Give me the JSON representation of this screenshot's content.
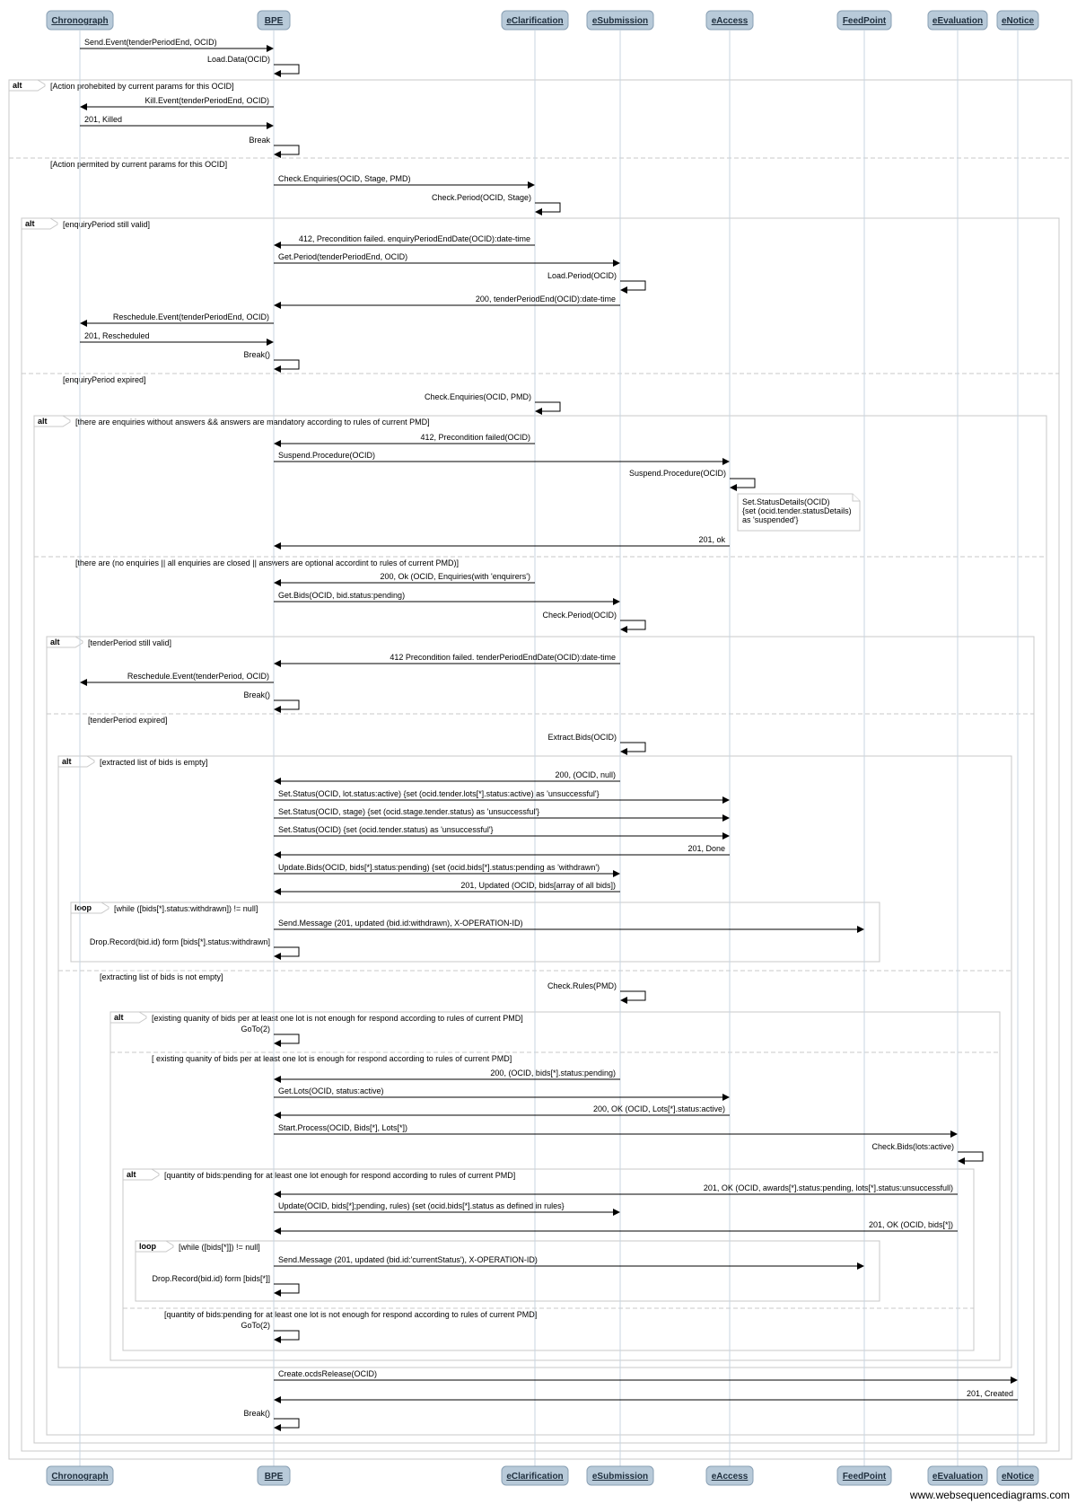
{
  "participants": [
    "Chronograph",
    "BPE",
    "eClarification",
    "eSubmission",
    "eAccess",
    "FeedPoint",
    "eEvaluation",
    "eNotice"
  ],
  "messages": [
    {
      "from": "Chronograph",
      "to": "BPE",
      "label": "Send.Event(tenderPeriodEnd, OCID)"
    },
    {
      "from": "BPE",
      "to": "BPE",
      "label": "Load.Data(OCID)"
    },
    {
      "from": "BPE",
      "to": "Chronograph",
      "label": "Kill.Event(tenderPeriodEnd, OCID)"
    },
    {
      "from": "Chronograph",
      "to": "BPE",
      "label": "201, Killed"
    },
    {
      "from": "BPE",
      "to": "BPE",
      "label": "Break"
    },
    {
      "from": "BPE",
      "to": "eClarification",
      "label": "Check.Enquiries(OCID, Stage, PMD)"
    },
    {
      "from": "eClarification",
      "to": "eClarification",
      "label": "Check.Period(OCID, Stage)"
    },
    {
      "from": "eClarification",
      "to": "BPE",
      "label": "412, Precondition failed. enquiryPeriodEndDate(OCID):date-time"
    },
    {
      "from": "BPE",
      "to": "eSubmission",
      "label": "Get.Period(tenderPeriodEnd, OCID)"
    },
    {
      "from": "eSubmission",
      "to": "eSubmission",
      "label": "Load.Period(OCID)"
    },
    {
      "from": "eSubmission",
      "to": "BPE",
      "label": "200, tenderPeriodEnd(OCID):date-time"
    },
    {
      "from": "BPE",
      "to": "Chronograph",
      "label": "Reschedule.Event(tenderPeriodEnd, OCID)"
    },
    {
      "from": "Chronograph",
      "to": "BPE",
      "label": "201, Rescheduled"
    },
    {
      "from": "BPE",
      "to": "BPE",
      "label": "Break()"
    },
    {
      "from": "eClarification",
      "to": "eClarification",
      "label": "Check.Enquiries(OCID, PMD)"
    },
    {
      "from": "eClarification",
      "to": "BPE",
      "label": "412, Precondition failed(OCID)"
    },
    {
      "from": "BPE",
      "to": "eAccess",
      "label": "Suspend.Procedure(OCID)"
    },
    {
      "from": "eAccess",
      "to": "eAccess",
      "label": "Suspend.Procedure(OCID)"
    },
    {
      "from": "eAccess",
      "to": "BPE",
      "label": "201, ok"
    },
    {
      "from": "eClarification",
      "to": "BPE",
      "label": "200, Ok (OCID, Enquiries(with 'enquirers')"
    },
    {
      "from": "BPE",
      "to": "eSubmission",
      "label": "Get.Bids(OCID, bid.status:pending)"
    },
    {
      "from": "eSubmission",
      "to": "eSubmission",
      "label": "Check.Period(OCID)"
    },
    {
      "from": "eSubmission",
      "to": "BPE",
      "label": "412 Precondition failed. tenderPeriodEndDate(OCID):date-time"
    },
    {
      "from": "BPE",
      "to": "Chronograph",
      "label": "Reschedule.Event(tenderPeriod, OCID)"
    },
    {
      "from": "BPE",
      "to": "BPE",
      "label": "Break()"
    },
    {
      "from": "eSubmission",
      "to": "eSubmission",
      "label": "Extract.Bids(OCID)"
    },
    {
      "from": "eSubmission",
      "to": "BPE",
      "label": "200, (OCID, null)"
    },
    {
      "from": "BPE",
      "to": "eAccess",
      "label": "Set.Status(OCID, lot.status:active) {set (ocid.tender.lots[*].status:active) as 'unsuccessful'}"
    },
    {
      "from": "BPE",
      "to": "eAccess",
      "label": "Set.Status(OCID, stage) {set (ocid.stage.tender.status) as 'unsuccessful'}"
    },
    {
      "from": "BPE",
      "to": "eAccess",
      "label": "Set.Status(OCID) {set (ocid.tender.status) as 'unsuccessful'}"
    },
    {
      "from": "eAccess",
      "to": "BPE",
      "label": "201, Done"
    },
    {
      "from": "BPE",
      "to": "eSubmission",
      "label": "Update.Bids(OCID, bids[*].status:pending) {set (ocid.bids[*].status:pending as 'withdrawn')"
    },
    {
      "from": "eSubmission",
      "to": "BPE",
      "label": "201, Updated (OCID, bids[array of all bids])"
    },
    {
      "from": "BPE",
      "to": "FeedPoint",
      "label": "Send.Message (201, updated (bid.id:withdrawn), X-OPERATION-ID)"
    },
    {
      "from": "BPE",
      "to": "BPE",
      "label": "Drop.Record(bid.id) form [bids[*].status:withdrawn]"
    },
    {
      "from": "eSubmission",
      "to": "eSubmission",
      "label": "Check.Rules(PMD)"
    },
    {
      "from": "BPE",
      "to": "BPE",
      "label": "GoTo(2)"
    },
    {
      "from": "eSubmission",
      "to": "BPE",
      "label": "200, (OCID, bids[*].status:pending)"
    },
    {
      "from": "BPE",
      "to": "eAccess",
      "label": "Get.Lots(OCID, status:active)"
    },
    {
      "from": "eAccess",
      "to": "BPE",
      "label": "200, OK (OCID, Lots[*].status:active)"
    },
    {
      "from": "BPE",
      "to": "eEvaluation",
      "label": "Start.Process(OCID, Bids[*], Lots[*])"
    },
    {
      "from": "eEvaluation",
      "to": "eEvaluation",
      "label": "Check.Bids(lots:active)"
    },
    {
      "from": "eEvaluation",
      "to": "BPE",
      "label": "201, OK (OCID, awards[*].status:pending, lots[*].status:unsuccessfull)"
    },
    {
      "from": "BPE",
      "to": "eSubmission",
      "label": "Update(OCID, bids[*];pending, rules) {set (ocid.bids[*].status as defined in rules}"
    },
    {
      "from": "eEvaluation",
      "to": "BPE",
      "label": "201, OK (OCID, bids[*])"
    },
    {
      "from": "BPE",
      "to": "FeedPoint",
      "label": "Send.Message (201, updated (bid.id:'currentStatus'), X-OPERATION-ID)"
    },
    {
      "from": "BPE",
      "to": "BPE",
      "label": "Drop.Record(bid.id) form [bids[*]]"
    },
    {
      "from": "BPE",
      "to": "BPE",
      "label": "GoTo(2)"
    },
    {
      "from": "BPE",
      "to": "eNotice",
      "label": "Create.ocdsRelease(OCID)"
    },
    {
      "from": "eNotice",
      "to": "BPE",
      "label": "201, Created"
    },
    {
      "from": "BPE",
      "to": "BPE",
      "label": "Break()"
    }
  ],
  "fragments": [
    {
      "type": "alt",
      "guards": [
        "[Action prohebited by current params for this OCID]",
        "[Action permited by current params for this OCID]"
      ]
    },
    {
      "type": "alt",
      "guards": [
        "[enquiryPeriod still valid]",
        "[enquiryPeriod expired]"
      ]
    },
    {
      "type": "alt",
      "guards": [
        "[there are enquiries without answers && answers are mandatory according to rules of current PMD]",
        "[there are (no enquiries || all enquiries are closed || answers are optional accordint to rules of current PMD)]"
      ]
    },
    {
      "type": "alt",
      "guards": [
        "[tenderPeriod still valid]",
        "[tenderPeriod expired]"
      ]
    },
    {
      "type": "alt",
      "guards": [
        "[extracted list of bids is empty]",
        "[extracting list of bids is not empty]"
      ]
    },
    {
      "type": "loop",
      "guards": [
        "[while ([bids[*].status:withdrawn]) != null]"
      ]
    },
    {
      "type": "alt",
      "guards": [
        "[existing quanity of bids per at least one lot is not enough for respond according to rules of current PMD]",
        "[ existing quanity of bids per at least one lot is enough for respond according to rules of current PMD]"
      ]
    },
    {
      "type": "alt",
      "guards": [
        "[quantity of bids:pending for at least one lot enough for respond according to rules of current PMD]",
        "[quantity of bids:pending for at least one lot is not enough for respond according to rules of current PMD]"
      ]
    },
    {
      "type": "loop",
      "guards": [
        "[while ([bids[*]]) != null]"
      ]
    }
  ],
  "notes": [
    {
      "lines": [
        "Set.StatusDetails(OCID)",
        "{set (ocid.tender.statusDetails)",
        "as 'suspended'}"
      ]
    }
  ],
  "watermark": "www.websequencediagrams.com"
}
